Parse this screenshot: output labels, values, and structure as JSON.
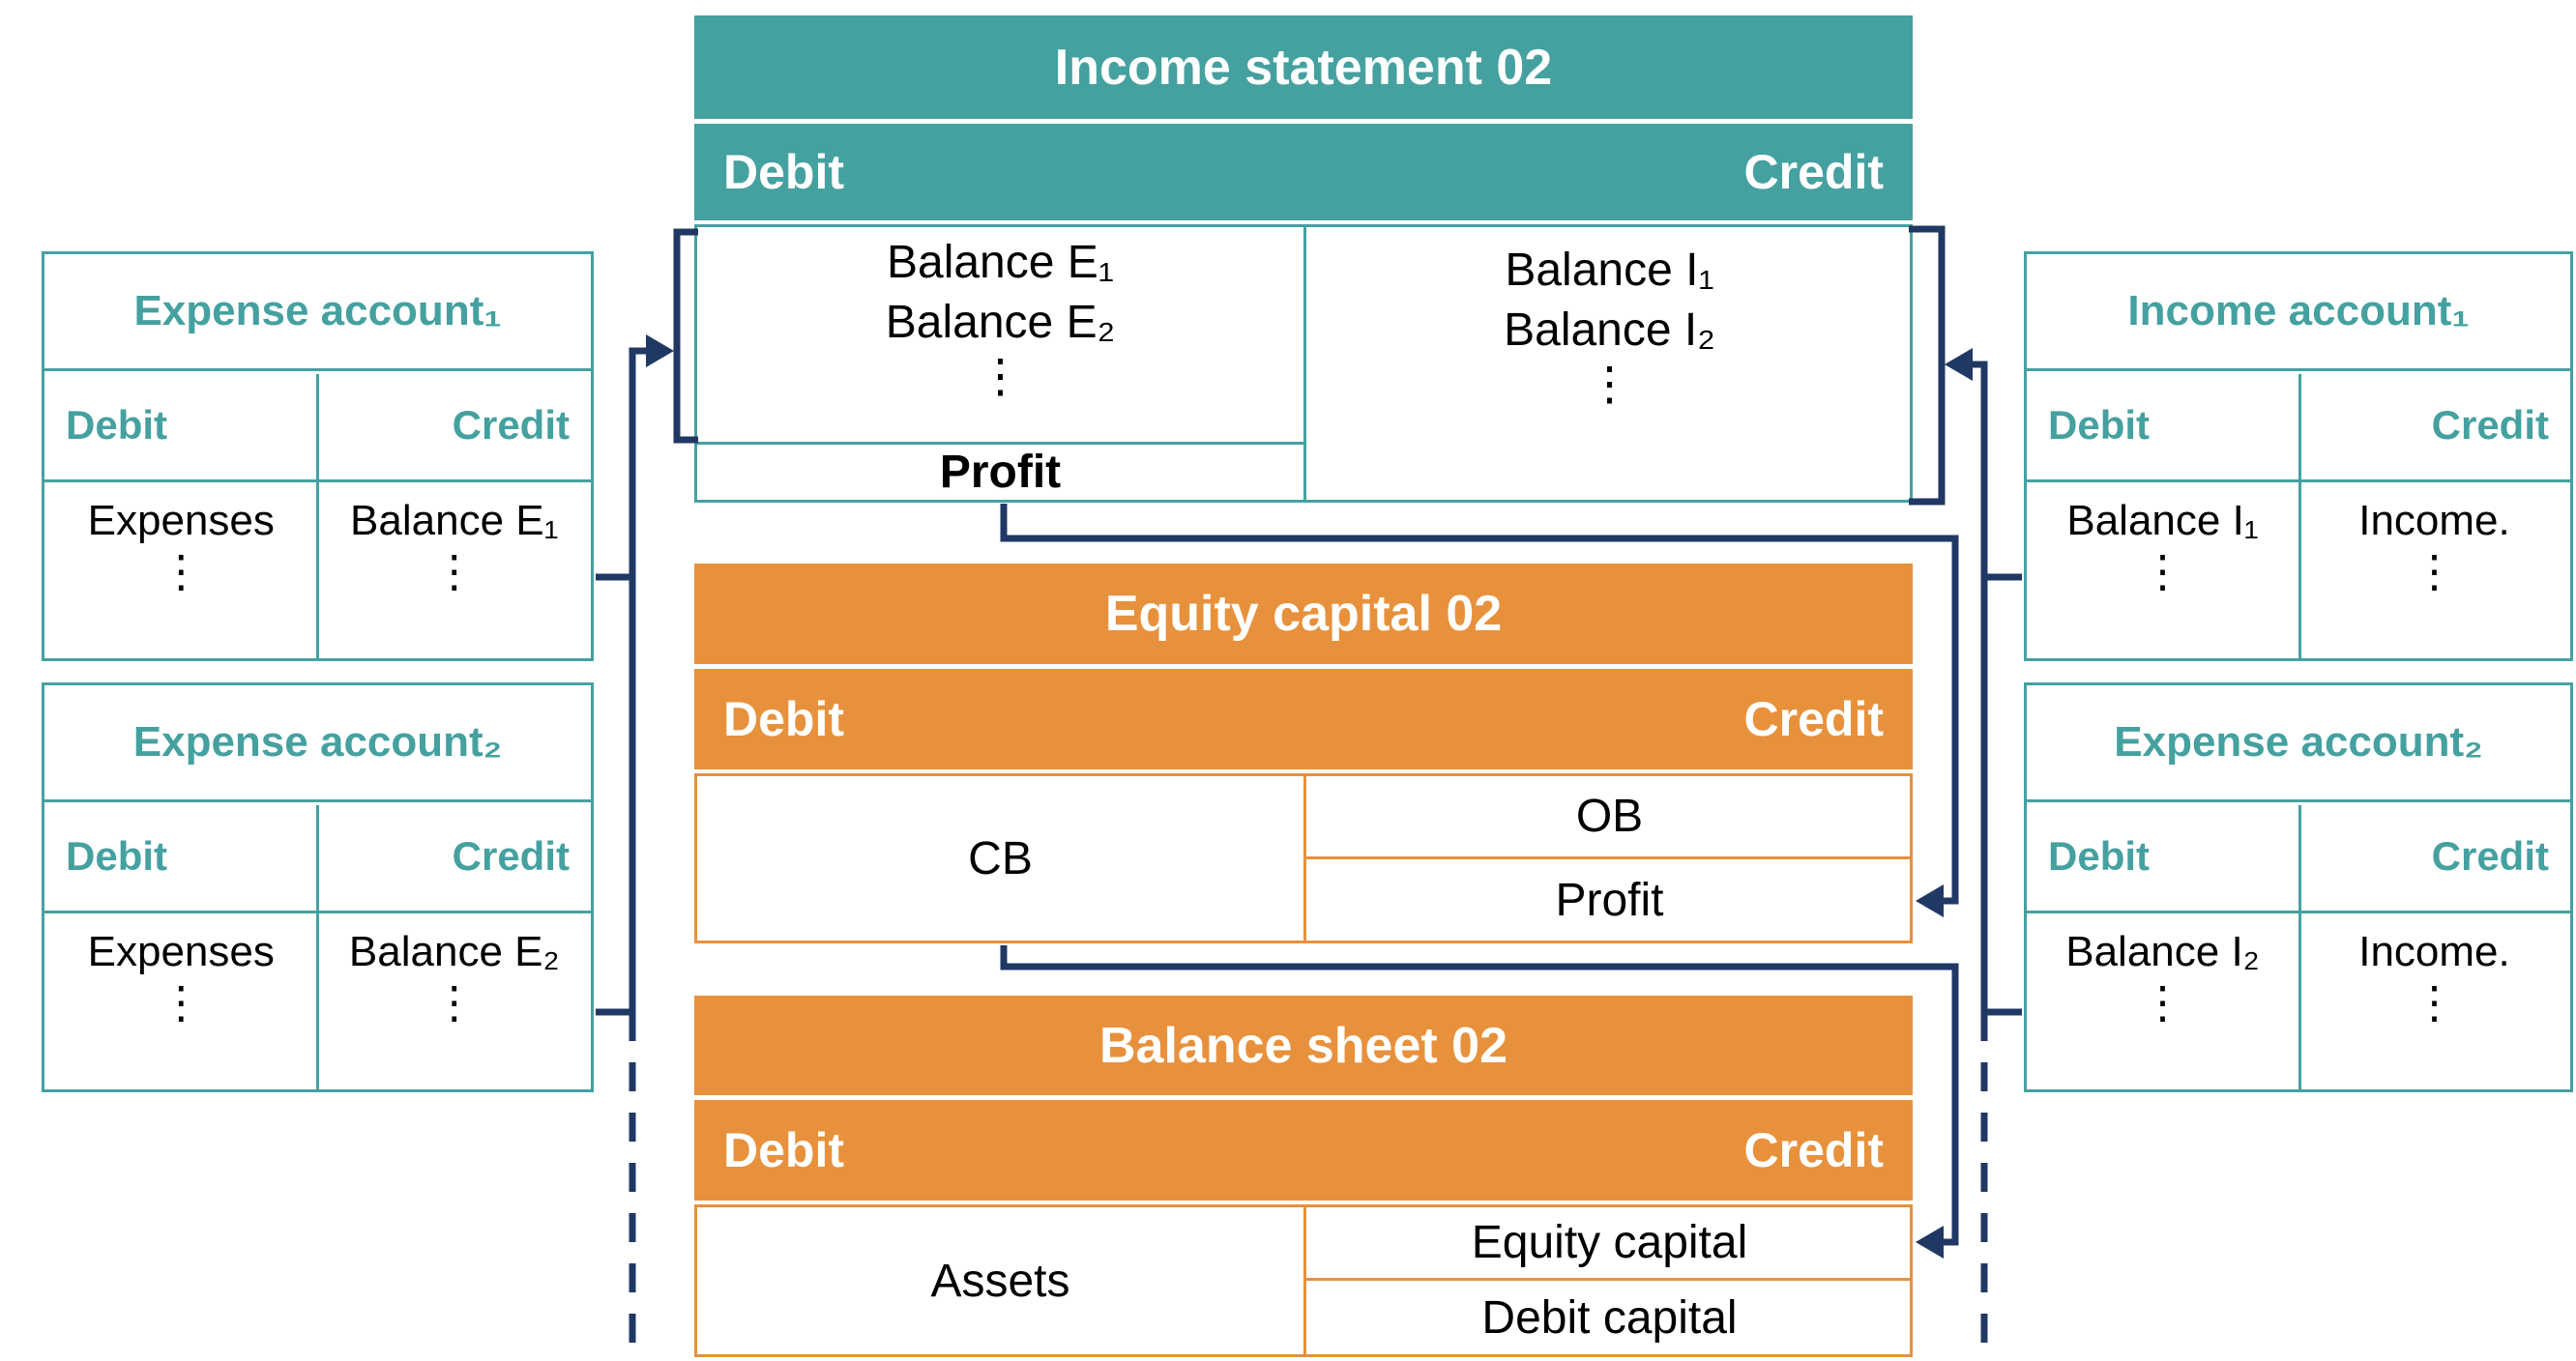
{
  "colors": {
    "teal": "#45A1A0",
    "orange": "#E8913C",
    "navy": "#1F3864"
  },
  "center": {
    "income_statement": {
      "title": "Income statement 02",
      "debit_label": "Debit",
      "credit_label": "Credit",
      "debit_entries": [
        "Balance E₁",
        "Balance E₂",
        "⋮"
      ],
      "profit_label": "Profit",
      "credit_entries": [
        "Balance I₁",
        "Balance I₂",
        "⋮"
      ]
    },
    "equity_capital": {
      "title": "Equity capital 02",
      "debit_label": "Debit",
      "credit_label": "Credit",
      "debit_entry": "CB",
      "credit_entries": [
        "OB",
        "Profit"
      ]
    },
    "balance_sheet": {
      "title": "Balance sheet 02",
      "debit_label": "Debit",
      "credit_label": "Credit",
      "debit_entry": "Assets",
      "credit_entries": [
        "Equity capital",
        "Debit capital"
      ]
    }
  },
  "left_accounts": [
    {
      "title": "Expense account₁",
      "debit_label": "Debit",
      "credit_label": "Credit",
      "debit_lines": [
        "Expenses",
        "⋮"
      ],
      "credit_lines": [
        "Balance E₁",
        "⋮"
      ]
    },
    {
      "title": "Expense account₂",
      "debit_label": "Debit",
      "credit_label": "Credit",
      "debit_lines": [
        "Expenses",
        "⋮"
      ],
      "credit_lines": [
        "Balance E₂",
        "⋮"
      ]
    }
  ],
  "right_accounts": [
    {
      "title": "Income account₁",
      "debit_label": "Debit",
      "credit_label": "Credit",
      "debit_lines": [
        "Balance I₁",
        "⋮"
      ],
      "credit_lines": [
        "Income.",
        "⋮"
      ]
    },
    {
      "title": "Expense account₂",
      "debit_label": "Debit",
      "credit_label": "Credit",
      "debit_lines": [
        "Balance I₂",
        "⋮"
      ],
      "credit_lines": [
        "Income.",
        "⋮"
      ]
    }
  ]
}
